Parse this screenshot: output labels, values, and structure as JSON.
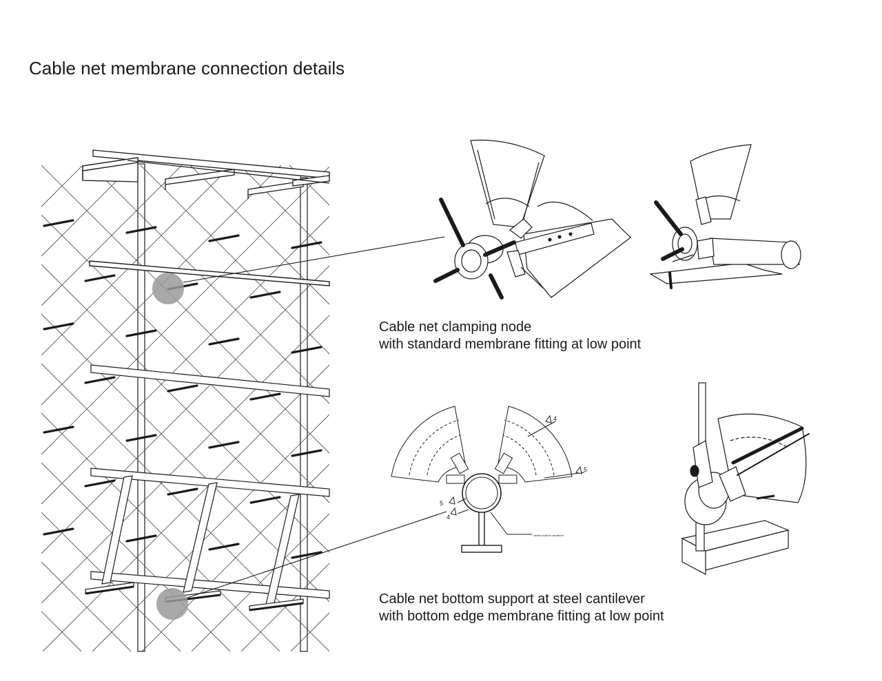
{
  "title": "Cable net membrane connection details",
  "details": [
    {
      "id": "clamping-node",
      "caption_line1": "Cable net clamping node",
      "caption_line2": "with standard membrane fitting at low point"
    },
    {
      "id": "bottom-support",
      "caption_line1": "Cable net bottom support at steel cantilever",
      "caption_line2": "with bottom edge membrane fitting at low point",
      "weld_marks": [
        "4",
        "5",
        "5",
        "4"
      ],
      "section_note": "welded bottom cantilever"
    }
  ],
  "colors": {
    "line": "#1a1a1a",
    "cable": "#555555",
    "highlight": "#9a9a9a",
    "background": "#ffffff"
  }
}
